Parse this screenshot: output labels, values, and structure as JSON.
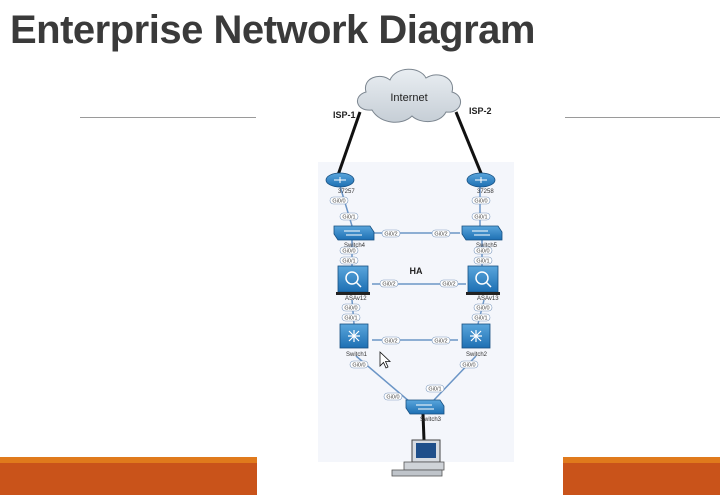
{
  "slide": {
    "title": "Enterprise Network Diagram"
  },
  "diagram": {
    "cloud_label": "Internet",
    "isp_left": "ISP-1",
    "isp_right": "ISP-2",
    "ha_label": "HA",
    "devices": {
      "router_left": "37257",
      "router_right": "37258",
      "switch4": "Switch4",
      "switch5": "Switch5",
      "asa_left": "ASAv12",
      "asa_right": "ASAv13",
      "switch1": "Switch1",
      "switch2": "Switch2",
      "switch3": "Switch3"
    },
    "ports": {
      "r_left_down": "Gi0/0",
      "s4_up": "Gi0/1",
      "s4_cross": "Gi0/2",
      "r_right_down": "Gi0/0",
      "s5_up": "Gi0/1",
      "s5_cross": "Gi0/2",
      "s4_down": "Gi0/0",
      "asa_left_up": "Gi0/1",
      "asa_left_cross": "Gi0/2",
      "s5_down": "Gi0/0",
      "asa_right_up": "Gi0/1",
      "asa_right_cross": "Gi0/2",
      "asa_left_down": "Gi0/0",
      "s1_up": "Gi0/1",
      "s1_cross": "Gi0/2",
      "asa_right_down": "Gi0/0",
      "s2_up": "Gi0/1",
      "s2_cross": "Gi0/2",
      "s1_down": "Gi0/0",
      "s2_down": "Gi0/0",
      "s3_left": "Gi0/0",
      "s3_right": "Gi0/1"
    }
  }
}
